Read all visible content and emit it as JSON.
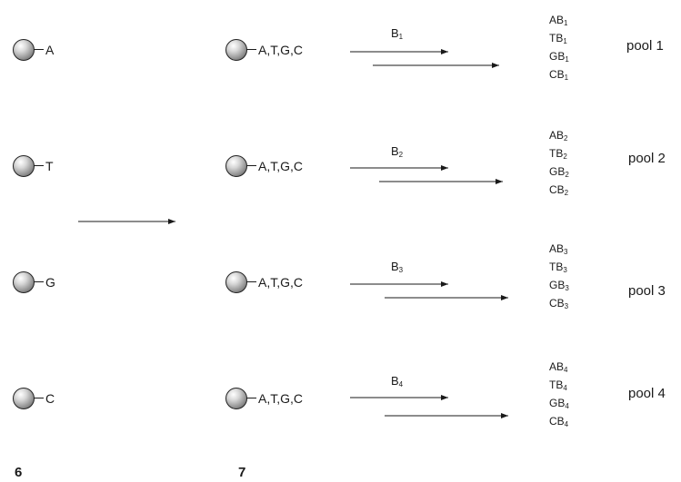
{
  "left_column": {
    "items": [
      {
        "label": "A"
      },
      {
        "label": "T"
      },
      {
        "label": "G"
      },
      {
        "label": "C"
      }
    ],
    "compound_number": "6"
  },
  "middle_column": {
    "label": "A,T,G,C",
    "compound_number": "7"
  },
  "pools": [
    {
      "reagent": "B",
      "sub": "1",
      "products": [
        "AB",
        "TB",
        "GB",
        "CB"
      ],
      "name": "pool 1"
    },
    {
      "reagent": "B",
      "sub": "2",
      "products": [
        "AB",
        "TB",
        "GB",
        "CB"
      ],
      "name": "pool 2"
    },
    {
      "reagent": "B",
      "sub": "3",
      "products": [
        "AB",
        "TB",
        "GB",
        "CB"
      ],
      "name": "pool 3"
    },
    {
      "reagent": "B",
      "sub": "4",
      "products": [
        "AB",
        "TB",
        "GB",
        "CB"
      ],
      "name": "pool 4"
    }
  ]
}
